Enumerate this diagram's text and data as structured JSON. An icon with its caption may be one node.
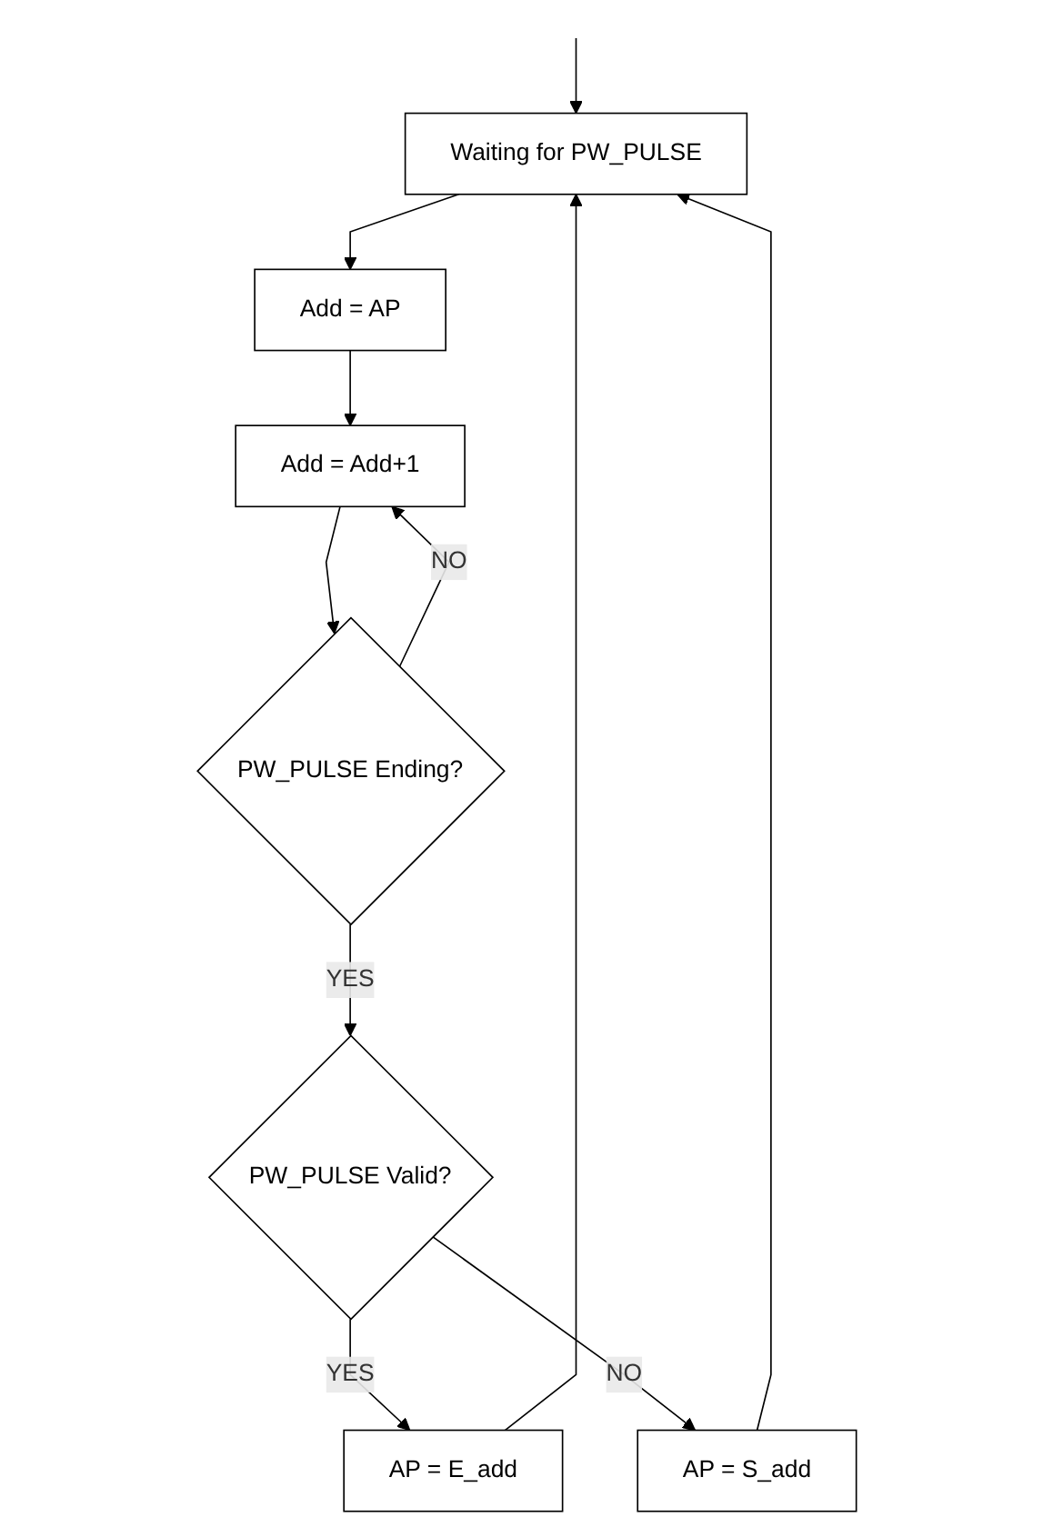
{
  "diagram": {
    "nodes": [
      {
        "text": [
          "Waiting for PW_PULSE"
        ]
      },
      {
        "text": [
          "Add = AP"
        ]
      },
      {
        "text": [
          "Add = Add+1"
        ]
      },
      {
        "text": [
          "PW_PULSE Ending?"
        ]
      },
      {
        "text": [
          "PW_PULSE Valid?"
        ]
      },
      {
        "text": [
          "AP = S_add"
        ]
      },
      {
        "text": [
          "AP = E_add"
        ]
      }
    ],
    "edges": [
      {
        "from": null,
        "to": 0,
        "arrow": "to"
      },
      {
        "from": 0,
        "to": 1,
        "arrow": "to"
      },
      {
        "from": 1,
        "to": 2,
        "arrow": "to"
      },
      {
        "from": 2,
        "to": 3,
        "arrow": "to"
      },
      {
        "from": 3,
        "to": 2,
        "arrow": "to",
        "label": "NO"
      },
      {
        "from": 3,
        "to": 4,
        "arrow": "to",
        "label": "YES"
      },
      {
        "from": 4,
        "to": 6,
        "arrow": "to",
        "label": "YES"
      },
      {
        "from": 4,
        "to": 5,
        "arrow": "to",
        "label": "NO"
      },
      {
        "from": 6,
        "to": 0,
        "arrow": "to"
      },
      {
        "from": 5,
        "to": 0,
        "arrow": "to"
      }
    ]
  }
}
